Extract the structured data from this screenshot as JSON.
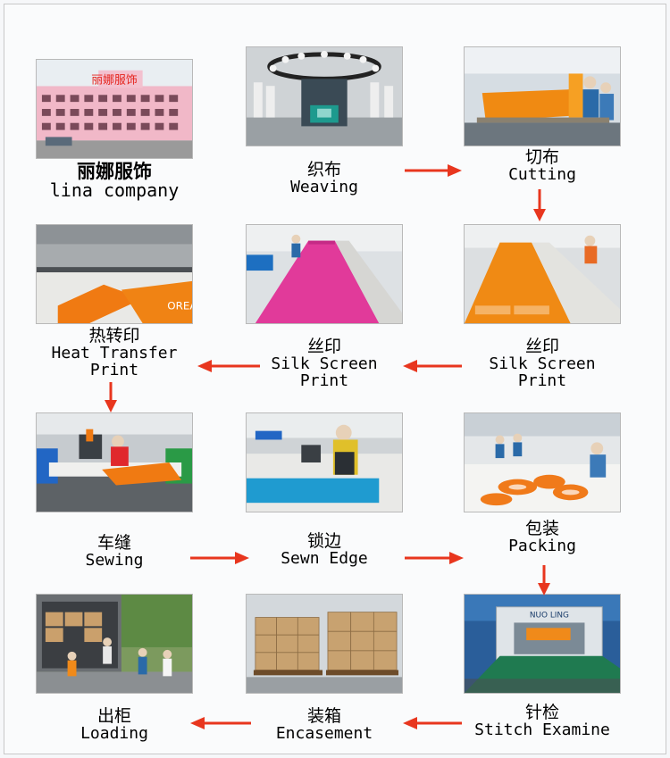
{
  "accent_color": "#e8361e",
  "steps": [
    {
      "cn": "丽娜服饰",
      "en": "lina company",
      "sign": "丽娜服饰"
    },
    {
      "cn": "织布",
      "en": "Weaving"
    },
    {
      "cn": "切布",
      "en": "Cutting"
    },
    {
      "cn": "热转印",
      "en": "Heat Transfer\nPrint"
    },
    {
      "cn": "丝印",
      "en": "Silk Screen\nPrint"
    },
    {
      "cn": "丝印",
      "en": "Silk Screen\nPrint"
    },
    {
      "cn": "车缝",
      "en": "Sewing"
    },
    {
      "cn": "锁边",
      "en": "Sewn Edge"
    },
    {
      "cn": "包装",
      "en": "Packing"
    },
    {
      "cn": "出柜",
      "en": "Loading"
    },
    {
      "cn": "装箱",
      "en": "Encasement"
    },
    {
      "cn": "针检",
      "en": "Stitch Examine",
      "machine_label": "NUO LING"
    }
  ]
}
